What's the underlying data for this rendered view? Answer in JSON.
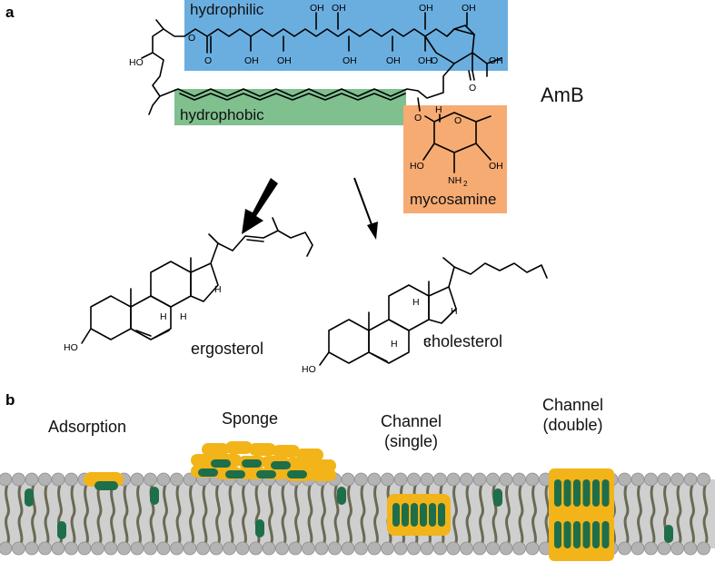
{
  "panel_a": {
    "letter": "a",
    "molecule_name": "AmB",
    "regions": {
      "hydrophilic": {
        "label": "hydrophilic",
        "color": "#6aaee0"
      },
      "hydrophobic": {
        "label": "hydrophobic",
        "color": "#7fc08e"
      },
      "mycosamine": {
        "label": "mycosamine",
        "color": "#f6ab73"
      }
    },
    "atom_labels": {
      "oh": "OH",
      "ho": "HO",
      "o": "O",
      "h": "H",
      "nh2": "NH",
      "nh2_sub": "2",
      "cooh": "OH",
      "o_ring": "O"
    },
    "sterols": {
      "ergosterol": "ergosterol",
      "cholesterol": "cholesterol"
    }
  },
  "panel_b": {
    "letter": "b",
    "modes": [
      {
        "title": "Adsorption"
      },
      {
        "title": "Sponge"
      },
      {
        "title": "Channel\n(single)"
      },
      {
        "title": "Channel\n(double)"
      }
    ],
    "colors": {
      "amb_yellow": "#f2b418",
      "sterol_green": "#1f6e4a",
      "lipid_head": "#b3b3b3",
      "lipid_tail": "#6a6a55"
    }
  }
}
